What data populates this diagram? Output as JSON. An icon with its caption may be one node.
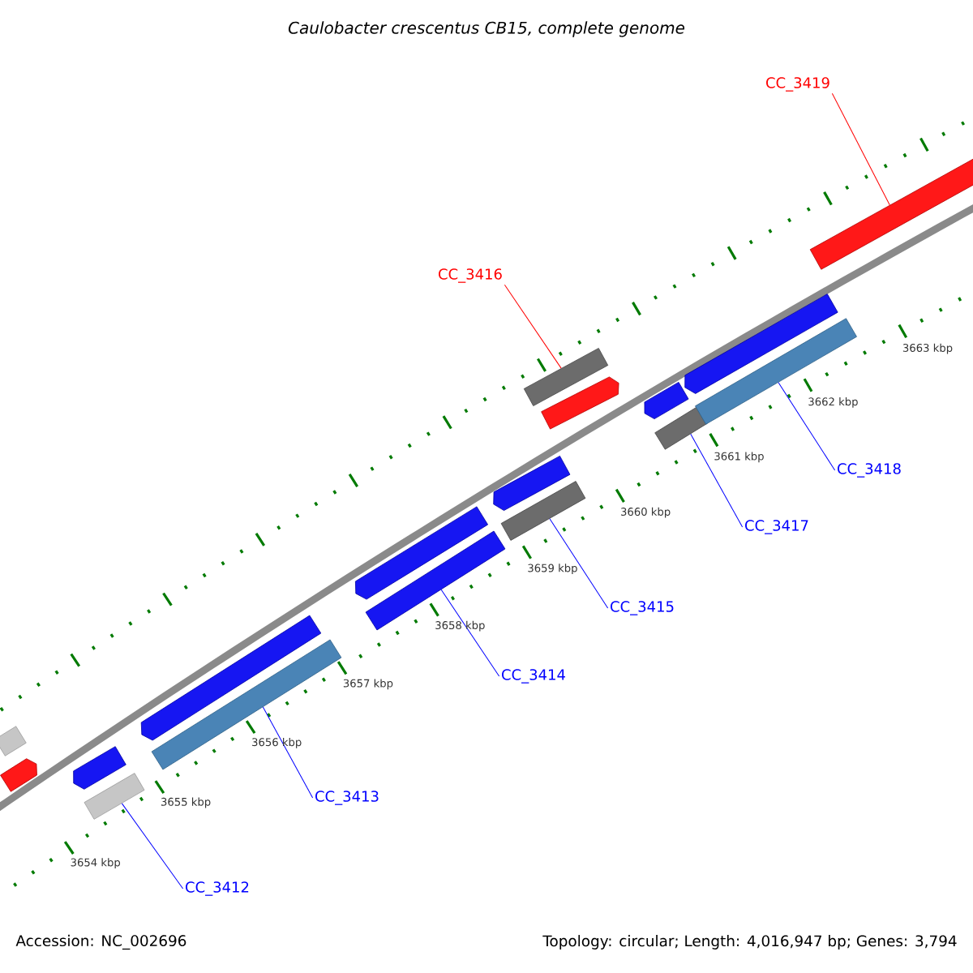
{
  "diagram": {
    "title": "Caulobacter crescentus CB15, complete genome",
    "nodes": [
      {
        "text": [
          "CC_3419"
        ]
      },
      {
        "text": [
          "CC_3416"
        ]
      },
      {
        "text": [
          "CC_3418"
        ]
      },
      {
        "text": [
          "CC_3417"
        ]
      },
      {
        "text": [
          "CC_3415"
        ]
      },
      {
        "text": [
          "CC_3414"
        ]
      },
      {
        "text": [
          "CC_3413"
        ]
      },
      {
        "text": [
          "CC_3412"
        ]
      },
      {
        "text": [],
        "shape": "bar"
      },
      {
        "text": [],
        "shape": "arrow"
      },
      {
        "text": [],
        "shape": "arrow"
      },
      {
        "text": [],
        "shape": "bar"
      },
      {
        "text": [],
        "shape": "arrow"
      },
      {
        "text": [],
        "shape": "bar"
      },
      {
        "text": [],
        "shape": "arrow"
      },
      {
        "text": [],
        "shape": "bar"
      },
      {
        "text": [],
        "shape": "arrow"
      },
      {
        "text": [],
        "shape": "bar"
      },
      {
        "text": [],
        "shape": "bar"
      },
      {
        "text": [],
        "shape": "arrow"
      },
      {
        "text": [],
        "shape": "arrow"
      },
      {
        "text": [],
        "shape": "bar"
      },
      {
        "text": [],
        "shape": "arrow"
      },
      {
        "text": [],
        "shape": "bar"
      },
      {
        "text": [],
        "shape": "bar"
      }
    ],
    "edges": [
      {
        "from": 0,
        "to": 24,
        "arrow": "none",
        "color": "#ff0000"
      },
      {
        "from": 1,
        "to": 18,
        "arrow": "none",
        "color": "#ff0000"
      },
      {
        "from": 2,
        "to": 23,
        "arrow": "none"
      },
      {
        "from": 3,
        "to": 21,
        "arrow": "none"
      },
      {
        "from": 4,
        "to": 17,
        "arrow": "none"
      },
      {
        "from": 5,
        "to": 15,
        "arrow": "none"
      },
      {
        "from": 6,
        "to": 13,
        "arrow": "none"
      },
      {
        "from": 7,
        "to": 11,
        "arrow": "none"
      }
    ],
    "labels": [
      "3654 kbp",
      "3655 kbp",
      "3656 kbp",
      "3657 kbp",
      "3658 kbp",
      "3659 kbp",
      "3660 kbp",
      "3661 kbp",
      "3662 kbp",
      "3663 kbp",
      "Accession: NC_002696",
      "Topology: circular; Length: 4,016,947 bp; Genes: 3,794"
    ]
  }
}
